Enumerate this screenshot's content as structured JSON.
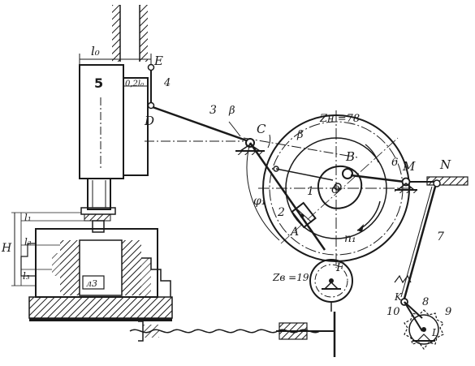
{
  "labels": {
    "l0": "l₀",
    "E": "E",
    "n5": "5",
    "frac": "0,2l₀",
    "n4": "4",
    "D": "D",
    "n3": "3",
    "beta1": "β",
    "C": "C",
    "beta2": "β",
    "zn": "Zн =78",
    "B": "B",
    "n6": "6",
    "M": "M",
    "N": "N",
    "O": "O",
    "n1": "1",
    "phi1": "φ₁",
    "n2": "2",
    "A": "A",
    "n1b": "n₁",
    "n7": "7",
    "zb": "Zв =19",
    "F": "F",
    "H": "H",
    "l1": "l₁",
    "l2": "l₂",
    "l3": "l₃",
    "n10": "10",
    "K": "K",
    "n8": "8",
    "n9": "9",
    "L": "L"
  },
  "colors": {
    "ink": "#1a1a1a",
    "paper": "#ffffff"
  }
}
